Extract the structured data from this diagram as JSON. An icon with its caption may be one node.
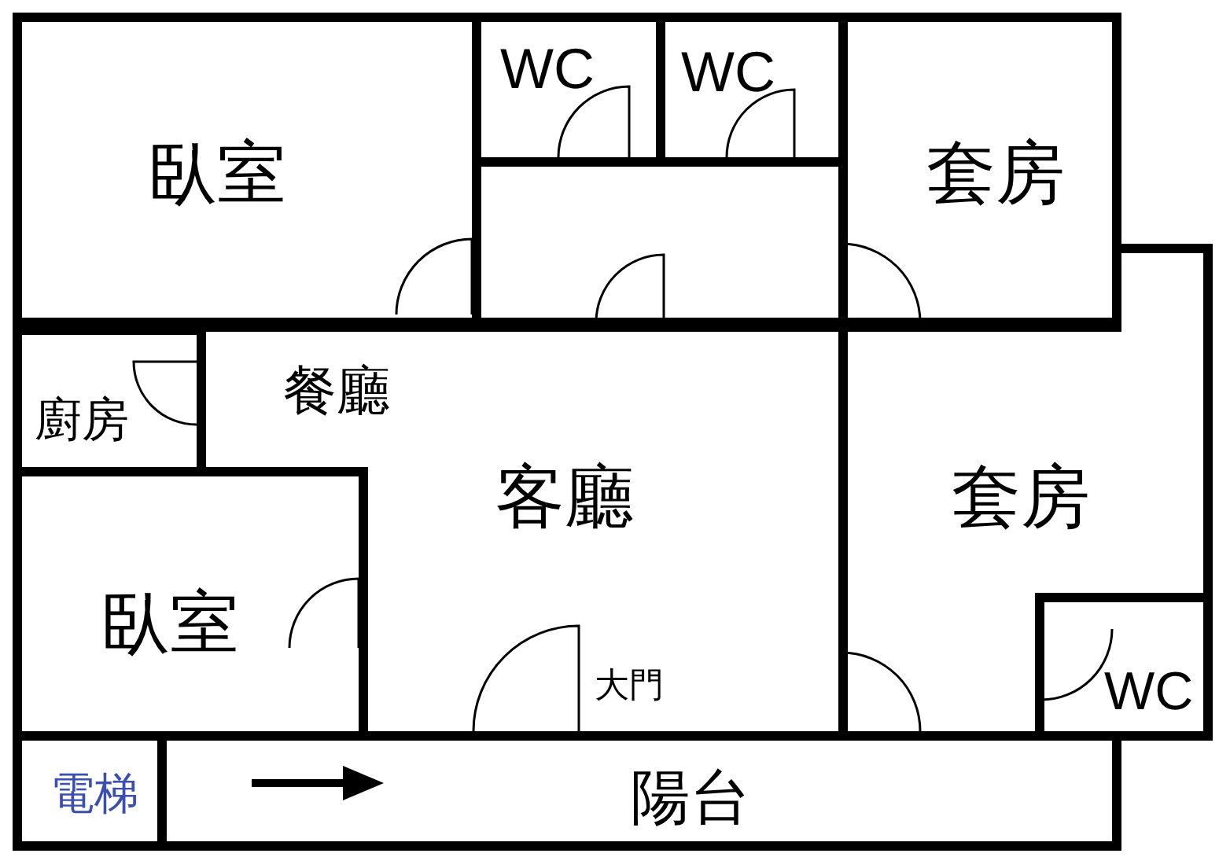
{
  "diagram": {
    "nodes": [
      {
        "text": [
          "臥室"
        ]
      },
      {
        "text": [
          "WC"
        ]
      },
      {
        "text": [
          "WC"
        ]
      },
      {
        "text": [
          "套房"
        ]
      },
      {
        "text": [],
        "shape": "box"
      },
      {
        "text": [
          "廚房"
        ]
      },
      {
        "text": [
          "餐廳",
          "客廳"
        ]
      },
      {
        "text": [
          "臥室"
        ]
      },
      {
        "text": [
          "套房"
        ]
      },
      {
        "text": [
          "WC"
        ],
        "in": 8
      },
      {
        "text": [
          "電梯"
        ]
      },
      {
        "text": [
          "陽台"
        ]
      }
    ],
    "edges": [],
    "labels": [
      "大門"
    ]
  }
}
